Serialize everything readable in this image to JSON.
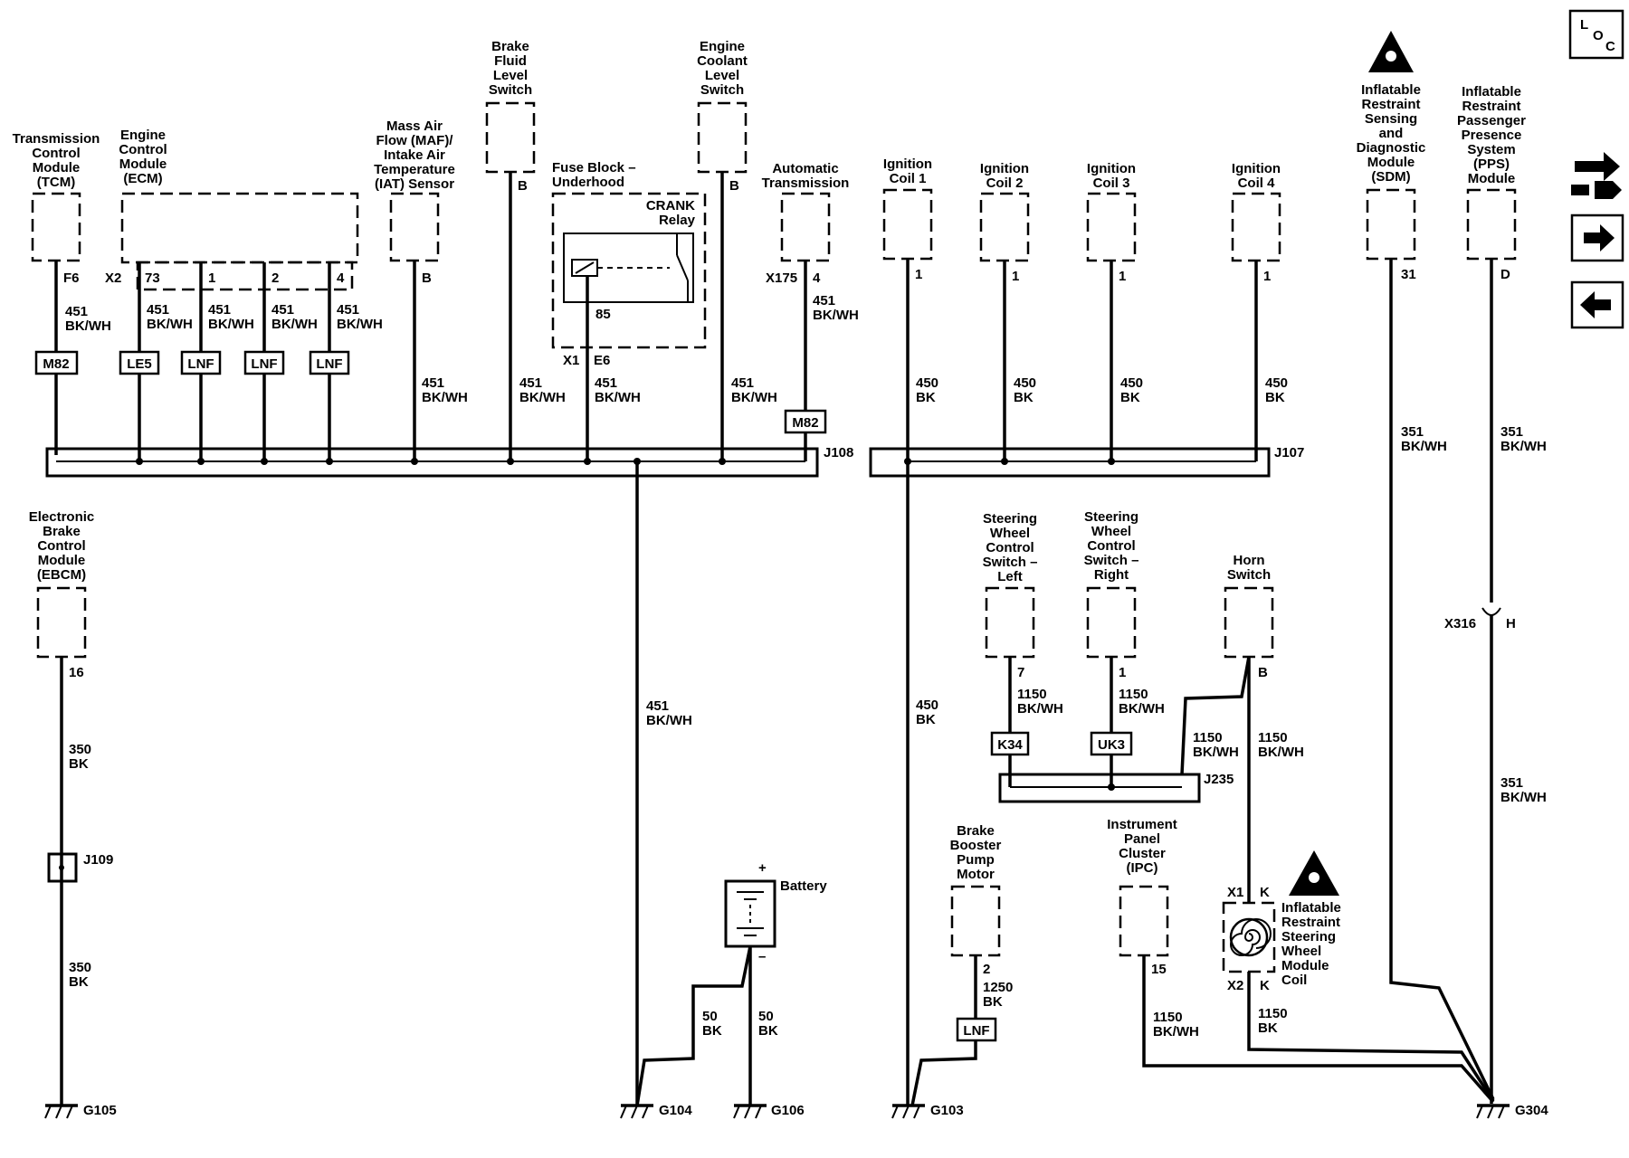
{
  "components": {
    "tcm": [
      "Transmission",
      "Control",
      "Module",
      "(TCM)"
    ],
    "ecm": [
      "Engine",
      "Control",
      "Module",
      "(ECM)"
    ],
    "maf": [
      "Mass Air",
      "Flow (MAF)/",
      "Intake Air",
      "Temperature",
      "(IAT) Sensor"
    ],
    "brake_fluid": [
      "Brake",
      "Fluid",
      "Level",
      "Switch"
    ],
    "fuse_block": [
      "Fuse Block –",
      "Underhood"
    ],
    "crank_relay": [
      "CRANK",
      "Relay"
    ],
    "coolant": [
      "Engine",
      "Coolant",
      "Level",
      "Switch"
    ],
    "auto_trans": [
      "Automatic",
      "Transmission"
    ],
    "coil1": [
      "Ignition",
      "Coil 1"
    ],
    "coil2": [
      "Ignition",
      "Coil 2"
    ],
    "coil3": [
      "Ignition",
      "Coil 3"
    ],
    "coil4": [
      "Ignition",
      "Coil 4"
    ],
    "sdm": [
      "Inflatable",
      "Restraint",
      "Sensing",
      "and",
      "Diagnostic",
      "Module",
      "(SDM)"
    ],
    "pps": [
      "Inflatable",
      "Restraint",
      "Passenger",
      "Presence",
      "System",
      "(PPS)",
      "Module"
    ],
    "ebcm": [
      "Electronic",
      "Brake",
      "Control",
      "Module",
      "(EBCM)"
    ],
    "swc_left": [
      "Steering",
      "Wheel",
      "Control",
      "Switch –",
      "Left"
    ],
    "swc_right": [
      "Steering",
      "Wheel",
      "Control",
      "Switch –",
      "Right"
    ],
    "horn": [
      "Horn",
      "Switch"
    ],
    "battery": "Battery",
    "brake_booster": [
      "Brake",
      "Booster",
      "Pump",
      "Motor"
    ],
    "ipc": [
      "Instrument",
      "Panel",
      "Cluster",
      "(IPC)"
    ],
    "coil_module": [
      "Inflatable",
      "Restraint",
      "Steering",
      "Wheel",
      "Module",
      "Coil"
    ]
  },
  "pins": {
    "tcm": "F6",
    "ecm_conn": "X2",
    "ecm1": "73",
    "ecm2": "1",
    "ecm3": "2",
    "ecm4": "4",
    "maf": "B",
    "brake_fluid": "B",
    "relay_pin": "85",
    "fuse_conn": "X1",
    "fuse_pin": "E6",
    "coolant": "B",
    "trans_conn": "X175",
    "trans_pin": "4",
    "coil1": "1",
    "coil2": "1",
    "coil3": "1",
    "coil4": "1",
    "sdm": "31",
    "pps": "D",
    "ebcm": "16",
    "swc_left": "7",
    "swc_right": "1",
    "horn": "B",
    "x316_conn": "X316",
    "x316_pin": "H",
    "battery_pos": "+",
    "battery_neg": "–",
    "booster": "2",
    "ipc": "15",
    "x1_conn": "X1",
    "x1_pin": "K",
    "x2_conn": "X2",
    "x2_pin": "K"
  },
  "wires": {
    "w451": [
      "451",
      "BK/WH"
    ],
    "w450": [
      "450",
      "BK"
    ],
    "w351": [
      "351",
      "BK/WH"
    ],
    "w350": [
      "350",
      "BK"
    ],
    "w1150wh": [
      "1150",
      "BK/WH"
    ],
    "w1150bk": [
      "1150",
      "BK"
    ],
    "w1250": [
      "1250",
      "BK"
    ],
    "w50": [
      "50",
      "BK"
    ]
  },
  "options": [
    "M82",
    "LE5",
    "LNF",
    "LNF",
    "LNF",
    "M82",
    "K34",
    "UK3",
    "LNF"
  ],
  "splices": {
    "j108": "J108",
    "j107": "J107",
    "j109": "J109",
    "j235": "J235"
  },
  "grounds": {
    "g105": "G105",
    "g104": "G104",
    "g106": "G106",
    "g103": "G103",
    "g304": "G304"
  },
  "nav": {
    "loc_l": "L",
    "loc_o": "O",
    "loc_c": "C"
  }
}
